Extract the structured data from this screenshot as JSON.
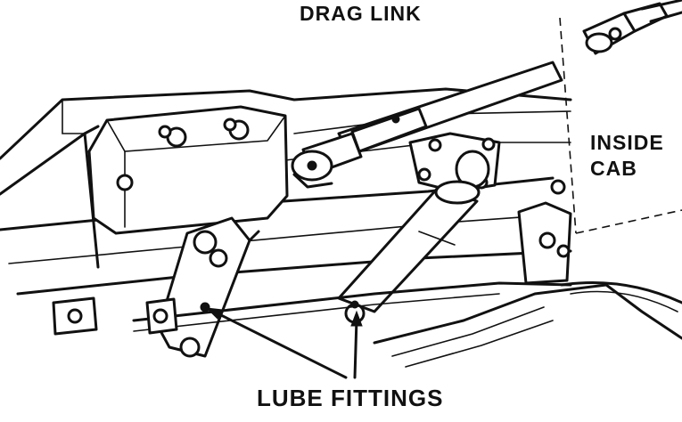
{
  "labels": {
    "drag_link": "DRAG LINK",
    "inside_cab_line1": "INSIDE",
    "inside_cab_line2": "CAB",
    "lube_fittings": "LUBE FITTINGS"
  },
  "colors": {
    "ink": "#111111",
    "paper": "#ffffff"
  }
}
